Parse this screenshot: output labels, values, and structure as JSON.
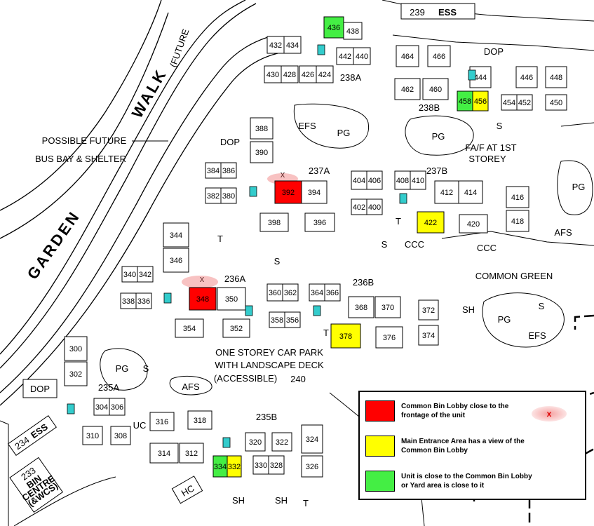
{
  "colors": {
    "bin_lobby": "#ff0000",
    "view": "#ffff00",
    "close": "#44ee44",
    "lift": "#33cccc"
  },
  "road": {
    "name_a": "GARDEN",
    "name_b": "WALK",
    "future": "(FUTURE"
  },
  "notes": {
    "bus_bay_1": "POSSIBLE FUTURE",
    "bus_bay_2": "BUS BAY & SHELTER",
    "car_park_1": "ONE STOREY CAR PARK",
    "car_park_2": "WITH LANDSCAPE DECK",
    "car_park_3": "(ACCESSIBLE)",
    "faf_1": "FA/F AT 1ST",
    "faf_2": "STOREY",
    "common_green": "COMMON GREEN"
  },
  "zones": {
    "z239": "239",
    "ess_top": "ESS",
    "z238a": "238A",
    "z238b": "238B",
    "z237a": "237A",
    "z237b": "237B",
    "z236a": "236A",
    "z236b": "236B",
    "z235a": "235A",
    "z235b": "235B",
    "z240": "240",
    "z234": "234",
    "ess_bottom": "ESS",
    "z233": "233",
    "bin_centre_1": "BIN",
    "bin_centre_2": "CENTRE",
    "bin_centre_3": "(&WCS)"
  },
  "facilities": {
    "dop1": "DOP",
    "dop2": "DOP",
    "dop3": "DOP",
    "efs1": "EFS",
    "efs2": "EFS",
    "pg1": "PG",
    "pg2": "PG",
    "pg3": "PG",
    "pg4": "PG",
    "pg5": "PG",
    "afs1": "AFS",
    "afs2": "AFS",
    "ccc1": "CCC",
    "ccc2": "CCC",
    "sh1": "SH",
    "sh2": "SH",
    "sh3": "SH",
    "hc": "HC",
    "uc": "UC",
    "s": "S",
    "t": "T",
    "x": "x"
  },
  "units": [
    "436",
    "438",
    "432",
    "434",
    "442",
    "440",
    "430",
    "428",
    "426",
    "424",
    "464",
    "466",
    "462",
    "460",
    "444",
    "446",
    "448",
    "458",
    "456",
    "454",
    "452",
    "450",
    "388",
    "390",
    "384",
    "386",
    "382",
    "380",
    "392",
    "394",
    "398",
    "396",
    "404",
    "406",
    "408",
    "410",
    "402",
    "400",
    "412",
    "414",
    "416",
    "418",
    "422",
    "420",
    "344",
    "346",
    "340",
    "342",
    "338",
    "336",
    "348",
    "350",
    "354",
    "352",
    "360",
    "362",
    "364",
    "366",
    "358",
    "356",
    "368",
    "370",
    "372",
    "374",
    "378",
    "376",
    "300",
    "302",
    "304",
    "306",
    "310",
    "308",
    "316",
    "318",
    "314",
    "312",
    "320",
    "322",
    "324",
    "326",
    "334",
    "332",
    "330",
    "328"
  ],
  "legend": [
    {
      "text": "Common Bin Lobby close to the frontage of the unit",
      "color": "#ff0000"
    },
    {
      "text": "Main Entrance Area has a view of the Common Bin Lobby",
      "color": "#ffff00"
    },
    {
      "text": "Unit is close to the Common Bin Lobby or Yard area is close to it",
      "color": "#44ee44"
    }
  ],
  "legend_mark": "x"
}
